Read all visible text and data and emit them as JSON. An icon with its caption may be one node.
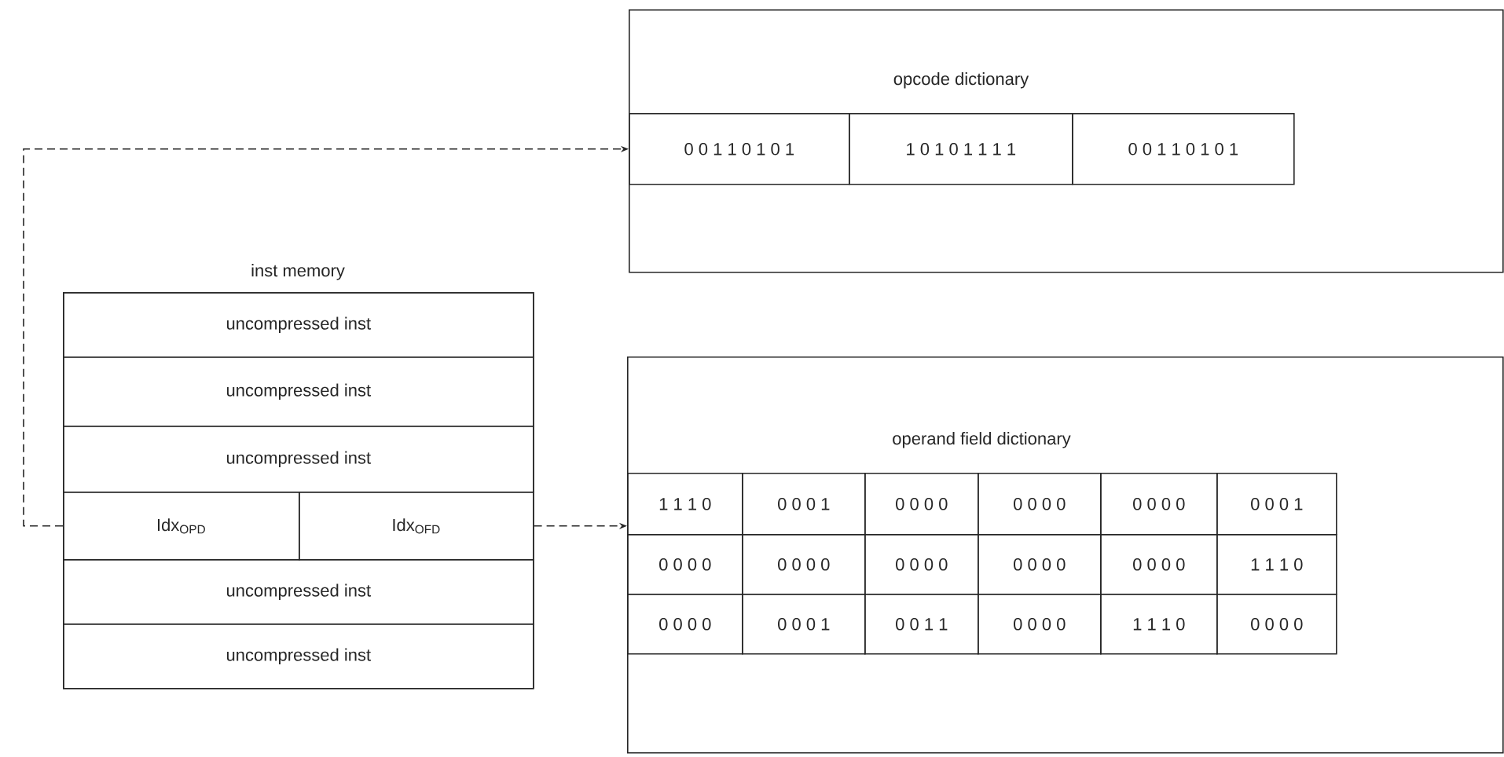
{
  "diagram": {
    "nodes": [
      {
        "text": [
          "opcode dictionary"
        ]
      },
      {
        "text": [
          "0 0 1 1 0 1 0 1"
        ],
        "in": 0
      },
      {
        "text": [
          "1 0 1 0 1 1 1 1"
        ],
        "in": 0
      },
      {
        "text": [
          "0 0 1 1 0 1 0 1"
        ],
        "in": 0
      },
      {
        "text": [
          "inst memory"
        ]
      },
      {
        "text": [
          "uncompressed inst"
        ],
        "in": 4
      },
      {
        "text": [
          "uncompressed inst"
        ],
        "in": 4
      },
      {
        "text": [
          "uncompressed inst"
        ],
        "in": 4
      },
      {
        "text": [
          "Idx$_{OPD}$"
        ],
        "in": 4
      },
      {
        "text": [
          "Idx$_{OFD}$"
        ],
        "in": 4
      },
      {
        "text": [
          "uncompressed inst"
        ],
        "in": 4
      },
      {
        "text": [
          "uncompressed inst"
        ],
        "in": 4
      },
      {
        "text": [
          "operand field dictionary"
        ]
      },
      {
        "text": [
          "1 1 1 0"
        ],
        "in": 12
      },
      {
        "text": [
          "0 0 0 1"
        ],
        "in": 12
      },
      {
        "text": [
          "0 0 0 0"
        ],
        "in": 12
      },
      {
        "text": [
          "0 0 0 0"
        ],
        "in": 12
      },
      {
        "text": [
          "0 0 0 0"
        ],
        "in": 12
      },
      {
        "text": [
          "0 0 0 1"
        ],
        "in": 12
      },
      {
        "text": [
          "0 0 0 0"
        ],
        "in": 12
      },
      {
        "text": [
          "0 0 0 0"
        ],
        "in": 12
      },
      {
        "text": [
          "0 0 0 0"
        ],
        "in": 12
      },
      {
        "text": [
          "0 0 0 0"
        ],
        "in": 12
      },
      {
        "text": [
          "0 0 0 0"
        ],
        "in": 12
      },
      {
        "text": [
          "1 1 1 0"
        ],
        "in": 12
      },
      {
        "text": [
          "0 0 0 0"
        ],
        "in": 12
      },
      {
        "text": [
          "0 0 0 1"
        ],
        "in": 12
      },
      {
        "text": [
          "0 0 1 1"
        ],
        "in": 12
      },
      {
        "text": [
          "0 0 0 0"
        ],
        "in": 12
      },
      {
        "text": [
          "1 1 1 0"
        ],
        "in": 12
      },
      {
        "text": [
          "0 0 0 0"
        ],
        "in": 12
      }
    ],
    "edges": [
      {
        "from": 8,
        "to": 1,
        "arrow": "to",
        "style": "dashed"
      },
      {
        "from": 9,
        "to": 13,
        "arrow": "to",
        "style": "dashed"
      }
    ]
  }
}
